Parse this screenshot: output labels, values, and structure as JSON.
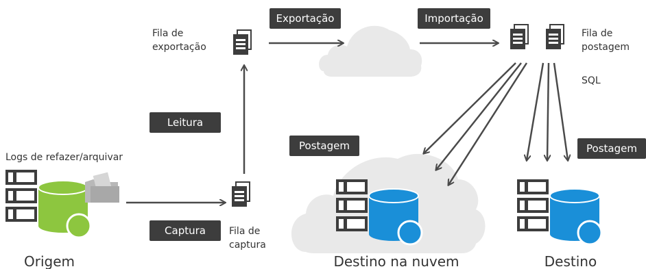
{
  "tags": {
    "exportacao": "Exportação",
    "importacao": "Importação",
    "leitura": "Leitura",
    "postagem_nuvem": "Postagem",
    "postagem_destino": "Postagem",
    "captura": "Captura"
  },
  "labels": {
    "fila_exportacao_1": "Fila de",
    "fila_exportacao_2": "exportação",
    "fila_postagem_1": "Fila de",
    "fila_postagem_2": "postagem",
    "sql": "SQL",
    "logs": "Logs de refazer/arquivar",
    "fila_captura_1": "Fila de",
    "fila_captura_2": "captura"
  },
  "titles": {
    "origem": "Origem",
    "destino_nuvem": "Destino na nuvem",
    "destino": "Destino"
  },
  "colors": {
    "tag_bg": "#3d3d3d",
    "icon_dark": "#3d3d3d",
    "cloud": "#e9e9e9",
    "db_green": "#8dc63f",
    "db_blue": "#1a8fd8",
    "arrow": "#4a4a4a"
  }
}
